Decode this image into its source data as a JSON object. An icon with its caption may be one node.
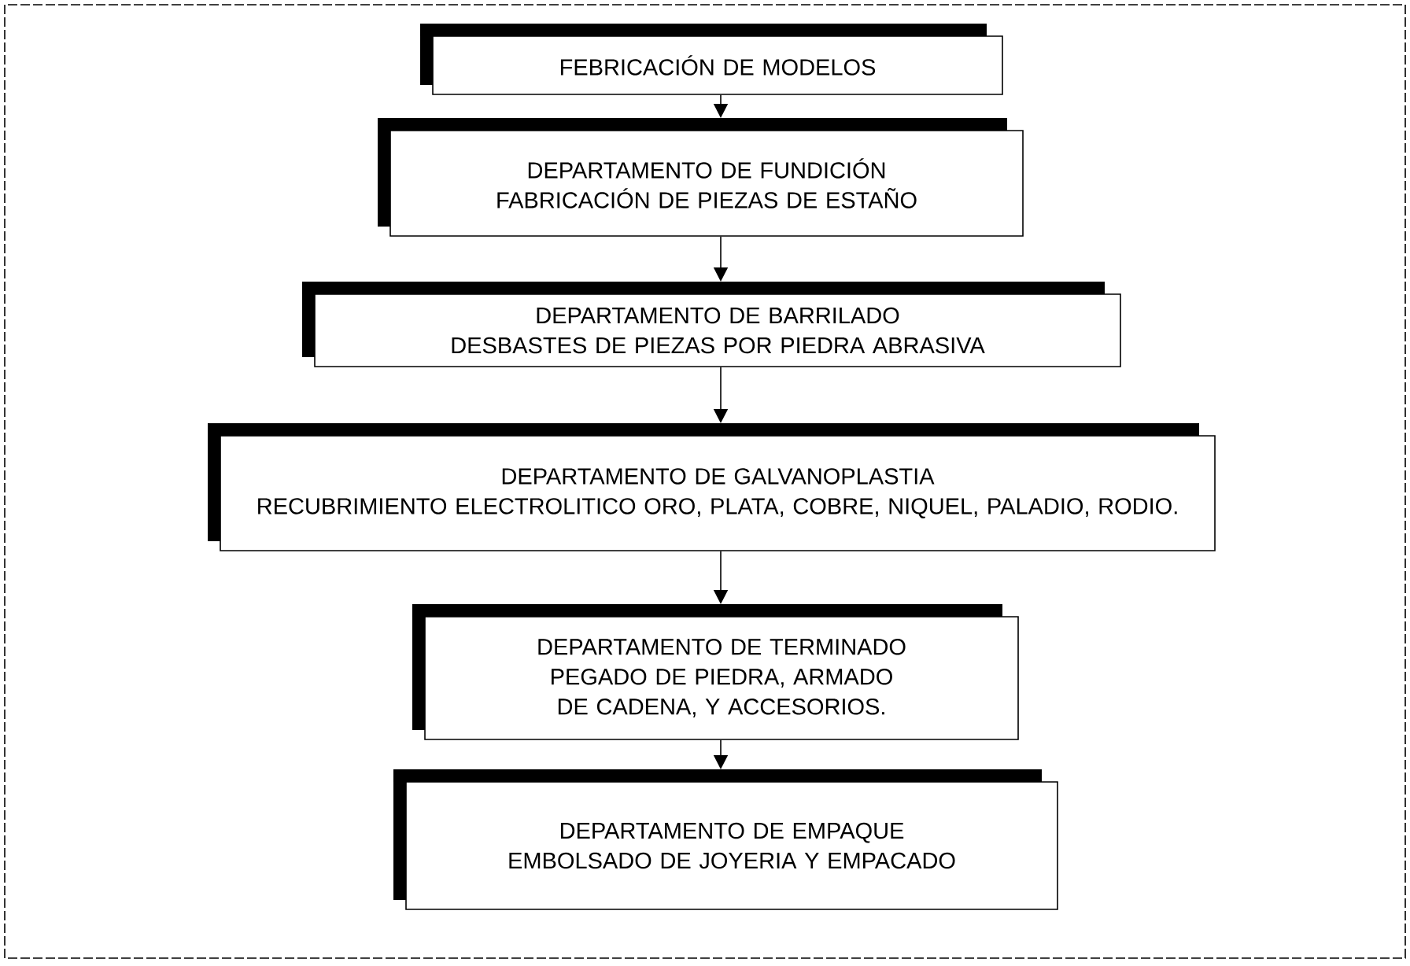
{
  "diagram": {
    "nodes": [
      {
        "text": [
          "FEBRICACIÓN DE MODELOS"
        ]
      },
      {
        "text": [
          "DEPARTAMENTO DE FUNDICIÓN",
          "FABRICACIÓN DE PIEZAS DE ESTAÑO"
        ]
      },
      {
        "text": [
          "DEPARTAMENTO DE BARRILADO",
          "DESBASTES DE PIEZAS POR PIEDRA ABRASIVA"
        ]
      },
      {
        "text": [
          "DEPARTAMENTO DE GALVANOPLASTIA",
          "RECUBRIMIENTO ELECTROLITICO ORO, PLATA, COBRE, NIQUEL, PALADIO, RODIO."
        ]
      },
      {
        "text": [
          "DEPARTAMENTO DE TERMINADO",
          "PEGADO DE PIEDRA, ARMADO DE CADENA, Y ACCESORIOS."
        ]
      },
      {
        "text": [
          "DEPARTAMENTO DE EMPAQUE",
          "EMBOLSADO DE JOYERIA Y EMPACADO"
        ]
      }
    ],
    "edges": [
      {
        "from": 0,
        "to": 1,
        "arrow": "to"
      },
      {
        "from": 1,
        "to": 2,
        "arrow": "to"
      },
      {
        "from": 2,
        "to": 3,
        "arrow": "to"
      },
      {
        "from": 3,
        "to": 4,
        "arrow": "to"
      },
      {
        "from": 4,
        "to": 5,
        "arrow": "to"
      }
    ]
  }
}
